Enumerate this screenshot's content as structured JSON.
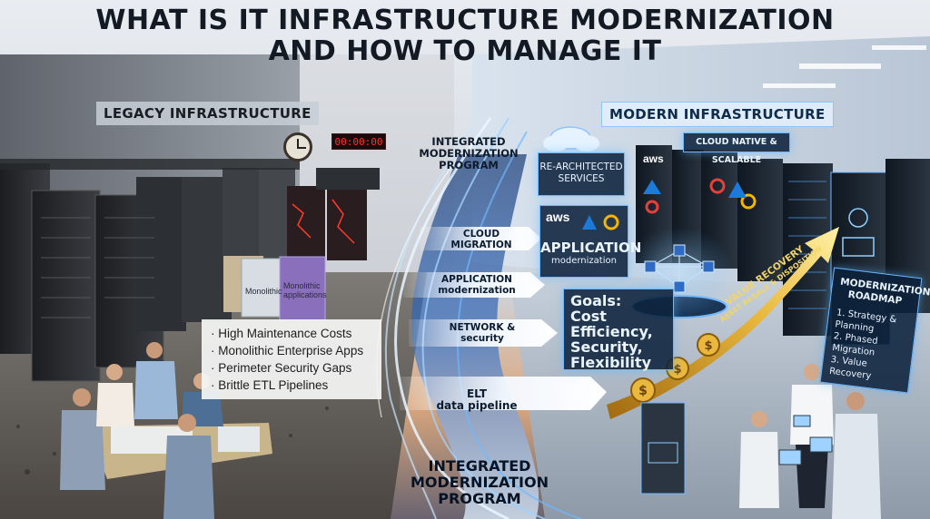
{
  "title": {
    "line1": "WHAT IS IT INFRASTRUCTURE MODERNIZATION",
    "line2": "AND HOW TO MANAGE IT"
  },
  "legacy": {
    "label": "LEGACY INFRASTRUCTURE",
    "timer": "00:00:00",
    "box_labels": [
      "Monolithic",
      "Monolithic applications"
    ],
    "issues": [
      "· High Maintenance Costs",
      "· Monolithic Enterprise Apps",
      "· Perimeter Security Gaps",
      "· Brittle ETL Pipelines"
    ]
  },
  "program": {
    "top_label": [
      "INTEGRATED",
      "MODERNIZATION",
      "PROGRAM"
    ],
    "bottom_label": [
      "INTEGRATED",
      "MODERNIZATION",
      "PROGRAM"
    ],
    "flows": [
      {
        "lines": [
          "CLOUD",
          "MIGRATION"
        ]
      },
      {
        "lines": [
          "APPLICATION",
          "modernization"
        ]
      },
      {
        "lines": [
          "NETWORK &",
          "security"
        ]
      },
      {
        "lines": [
          "ELT",
          "data pipeline"
        ]
      }
    ]
  },
  "modern": {
    "label": "MODERN INFRASTRUCTURE",
    "cloud_native": "CLOUD NATIVE & SCALABLE",
    "rearchitected": [
      "RE-ARCHITECTED",
      "SERVICES"
    ],
    "app_mod": {
      "logo": "aws",
      "line1": "APPLICATION",
      "line2": "modernization"
    },
    "goals": [
      "Goals:",
      "Cost Efficiency,",
      "Security,",
      "Flexibility"
    ],
    "value_recovery": {
      "line1": "VALUE RECOVERY",
      "line2": "ASSET RESALE & DISPOSITION"
    },
    "roadmap": {
      "title": "MODERNIZATION ROADMAP",
      "steps": [
        "1. Strategy & Planning",
        "2. Phased Migration",
        "3. Value Recovery"
      ]
    },
    "logos": [
      "aws"
    ]
  },
  "colors": {
    "accent_blue": "#5ab4ff",
    "gold": "#e5b43a",
    "legacy_red": "#ff3a2a"
  }
}
